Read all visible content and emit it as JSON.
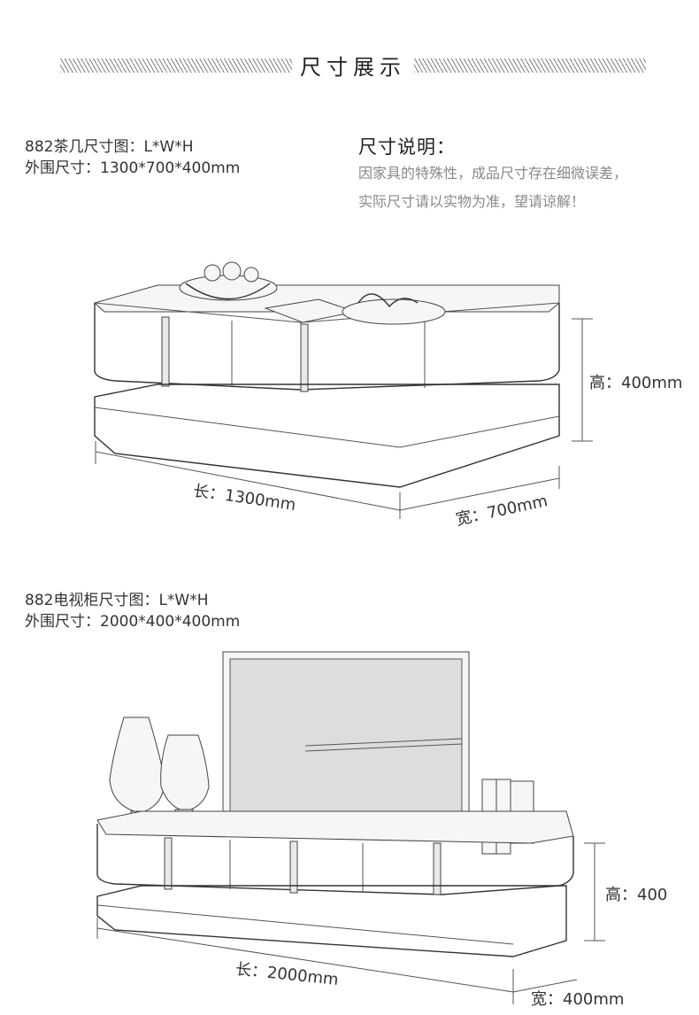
{
  "header": {
    "title": "尺寸展示"
  },
  "coffee_table": {
    "heading": "882茶几尺寸图：L*W*H",
    "outer_size": "外围尺寸：1300*700*400mm",
    "length_label": "长：1300mm",
    "width_label": "宽：700mm",
    "height_label": "高：400mm"
  },
  "notes": {
    "title": "尺寸说明：",
    "line1": "因家具的特殊性，成品尺寸存在细微误差，",
    "line2": "实际尺寸请以实物为准，望请谅解！"
  },
  "tv_cabinet": {
    "heading": "882电视柜尺寸图：L*W*H",
    "outer_size": "外围尺寸：2000*400*400mm",
    "length_label": "长：2000mm",
    "width_label": "宽：400mm",
    "height_label": "高：400"
  },
  "colors": {
    "text": "#333333",
    "note_text": "#888888",
    "line": "#333333"
  }
}
